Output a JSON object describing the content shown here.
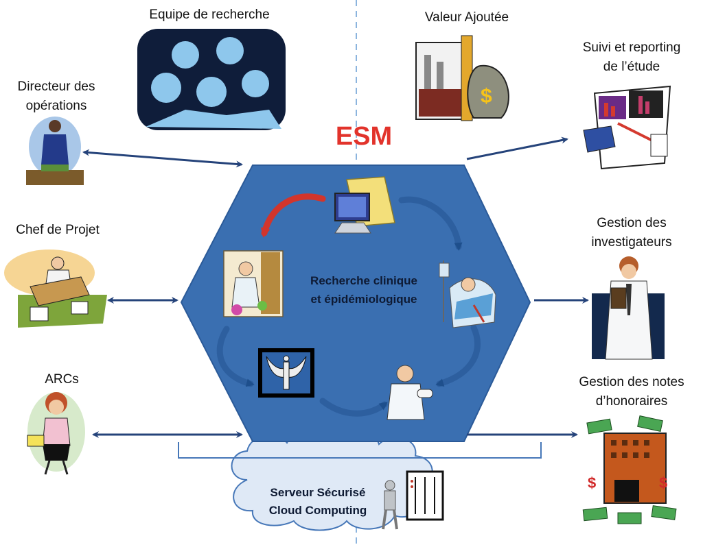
{
  "diagram": {
    "title": "ESM",
    "center": {
      "line1": "Recherche clinique",
      "line2": "et épidémiologique"
    },
    "left_nodes": [
      {
        "line1": "Directeur des",
        "line2": "opérations"
      },
      {
        "line1": "Chef de Projet"
      },
      {
        "line1": "ARCs"
      }
    ],
    "top_nodes": [
      {
        "line1": "Equipe de recherche"
      },
      {
        "line1": "Valeur Ajoutée"
      }
    ],
    "right_nodes": [
      {
        "line1": "Suivi et reporting",
        "line2": "de l’étude"
      },
      {
        "line1": "Gestion des",
        "line2": "investigateurs"
      },
      {
        "line1": "Gestion des notes",
        "line2": "d’honoraires"
      }
    ],
    "cloud": {
      "line1": "Serveur Sécurisé",
      "line2": "Cloud Computing"
    },
    "colors": {
      "hexagon": "#3a6fb1",
      "hexagon_border": "#2b5a98",
      "arrow": "#25437a",
      "title": "#e2332b",
      "cloud_fill": "#dfe9f6",
      "cloud_stroke": "#4677b8",
      "divider": "#8cb4de"
    }
  }
}
